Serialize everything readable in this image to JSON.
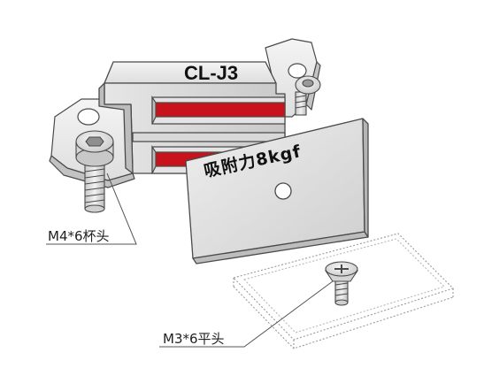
{
  "product": {
    "model": "CL-J3",
    "holding_force_label": "吸附力8kgf"
  },
  "callouts": {
    "body_screw": "M4*6杯头",
    "plate_screw": "M3*6平头"
  },
  "colors": {
    "magnet_red": "#c8131c",
    "metal_light": "#ececec",
    "metal_mid": "#d2d2d2",
    "metal_dark": "#a9a9a9",
    "outline": "#4a4a4a",
    "leader_line": "#555555",
    "glass_outline": "#9a9a9a"
  }
}
